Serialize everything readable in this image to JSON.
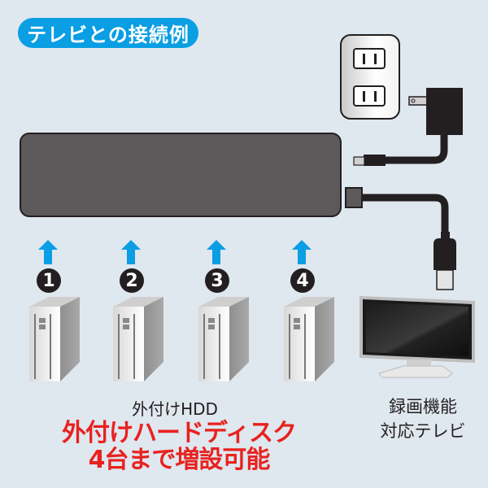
{
  "title": "テレビとの接続例",
  "hdd_ports": [
    {
      "number": "1"
    },
    {
      "number": "2"
    },
    {
      "number": "3"
    },
    {
      "number": "4"
    }
  ],
  "labels": {
    "hdd": "外付けHDD",
    "highlight_line1": "外付けハードディスク",
    "highlight_line2": "4台まで増設可能",
    "tv_line1": "録画機能",
    "tv_line2": "対応テレビ"
  },
  "colors": {
    "background": "#dfe7ef",
    "title_pill": "#0a9ee3",
    "arrow": "#0a9ee3",
    "highlight_text": "#e8221f",
    "hub_body": "#5b5959",
    "cable": "#231f20"
  },
  "icons": [
    "wall-outlet-icon",
    "ac-adapter-icon",
    "usb-hub-icon",
    "usb-plug-icon",
    "hdd-icon",
    "tv-icon",
    "up-arrow-icon"
  ]
}
